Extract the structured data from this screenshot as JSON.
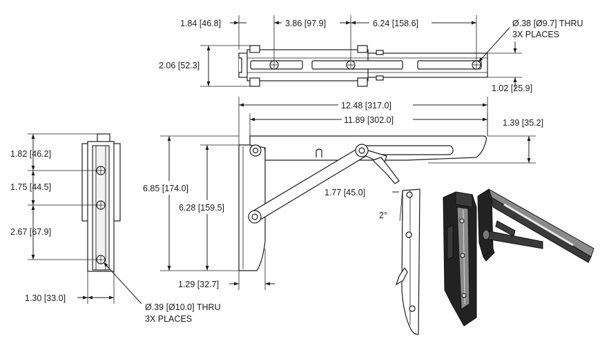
{
  "dimensions": {
    "top_left_offset": "1.84 [46.8]",
    "top_hole_spacing_1": "3.86 [97.9]",
    "top_hole_spacing_2": "6.24 [158.6]",
    "top_hole_note_line1": "Ø.38 [Ø9.7] THRU",
    "top_hole_note_line2": "3X PLACES",
    "top_width": "2.06 [52.3]",
    "top_rail_height": "1.02 [25.9]",
    "overall_length": "12.48 [317.0]",
    "arm_length": "11.89 [302.0]",
    "arm_height": "1.39 [35.2]",
    "overall_height": "6.85 [174.0]",
    "mount_height": "6.28 [159.5]",
    "mount_depth": "1.29 [32.7]",
    "brace_angle": "1.77 [45.0]",
    "fold_angle": "2°",
    "side_top_offset": "1.82 [46.2]",
    "side_hole_spacing_1": "1.75 [44.5]",
    "side_hole_spacing_2": "2.67 [67.9]",
    "side_width": "1.30 [33.0]",
    "side_hole_note_line1": "Ø.39 [Ø10.0] THRU",
    "side_hole_note_line2": "3X PLACES"
  }
}
